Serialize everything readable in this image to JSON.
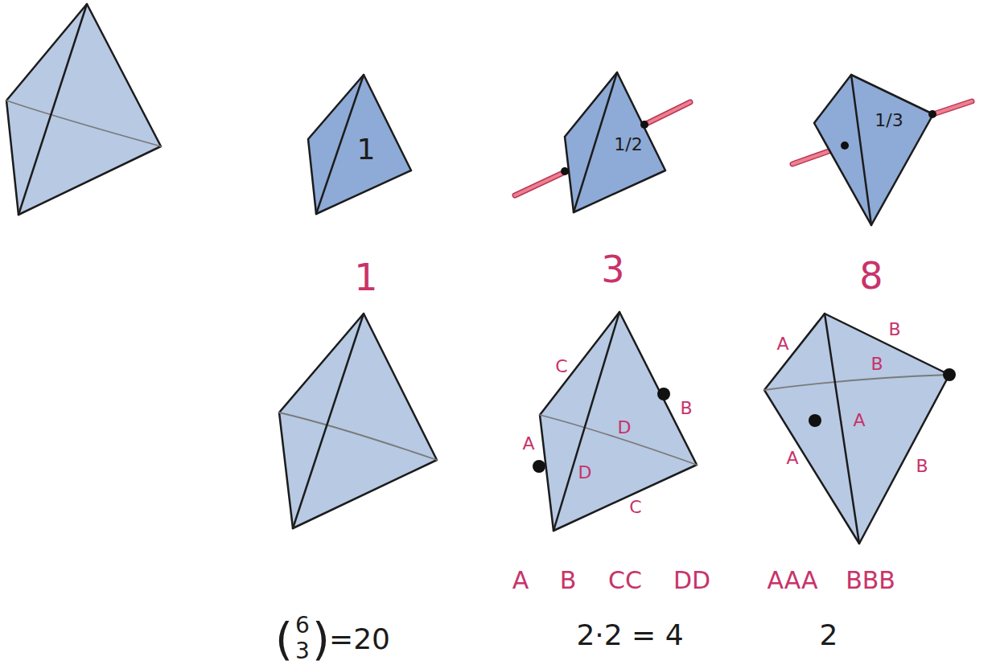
{
  "diagram": {
    "labels": [
      "1",
      "1/2",
      "1/3",
      "1",
      "3",
      "8",
      "C",
      "A",
      "D",
      "D",
      "B",
      "C",
      "A",
      "B",
      "CC",
      "DD",
      "A",
      "B",
      "B",
      "A",
      "A",
      "B",
      "AAA",
      "BBB",
      "(",
      "6",
      "3",
      ")",
      "=20",
      "2·2 = 4",
      "2"
    ]
  }
}
